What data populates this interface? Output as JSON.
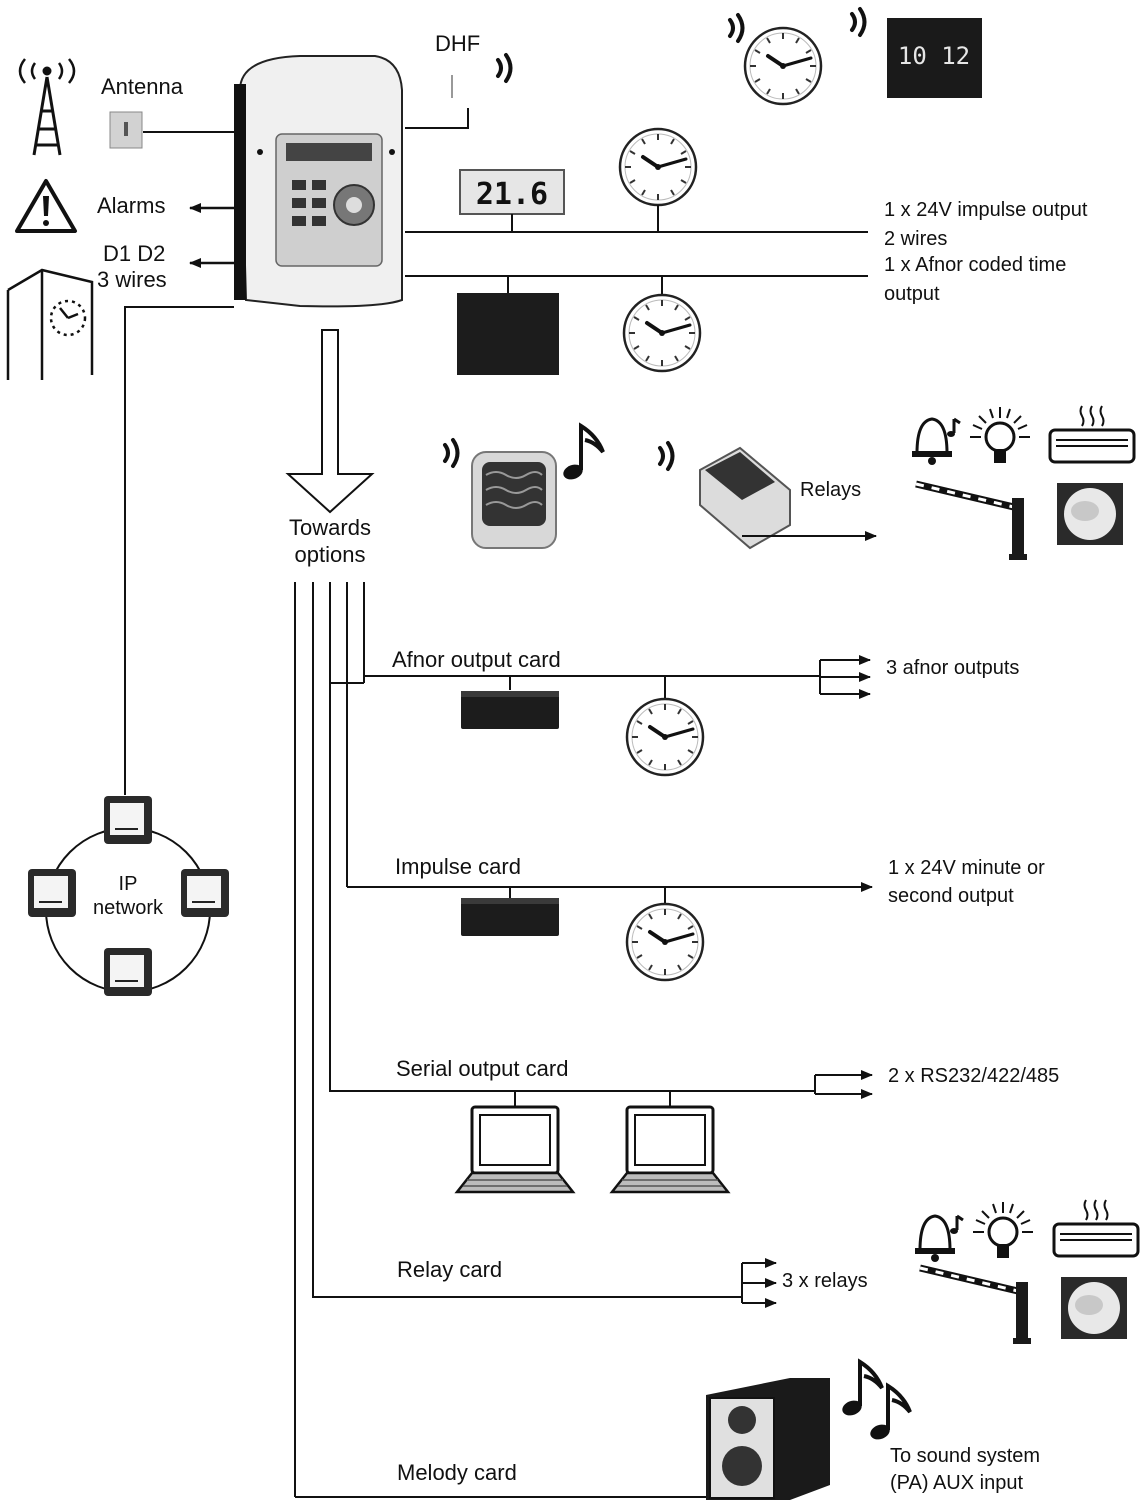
{
  "labels": {
    "dhf": "DHF",
    "antenna": "Antenna",
    "alarms": "Alarms",
    "d1d2_line1": "D1 D2",
    "d1d2_line2": "3 wires",
    "impulse_output_line1": "1 x 24V impulse output",
    "impulse_output_line2": "2 wires",
    "afnor_time_line1": "1 x Afnor coded time",
    "afnor_time_line2": "output",
    "display_value": "21.6",
    "digital_clock_value": "10 12",
    "relays": "Relays",
    "towards_line1": "Towards",
    "towards_line2": "options",
    "ip_line1": "IP",
    "ip_line2": "network",
    "afnor_card": "Afnor output card",
    "afnor_outputs": "3 afnor outputs",
    "impulse_card": "Impulse card",
    "impulse_out_line1": "1 x 24V minute or",
    "impulse_out_line2": "second output",
    "serial_card": "Serial output card",
    "serial_outputs": "2 x RS232/422/485",
    "relay_card": "Relay card",
    "relay_outputs": "3 x relays",
    "melody_card": "Melody card",
    "sound_line1": "To sound system",
    "sound_line2": "(PA) AUX input"
  },
  "icons": [
    "antenna-tower-icon",
    "antenna-box-icon",
    "warning-icon",
    "church-clock-icon",
    "master-clock-icon",
    "analog-clock-icon",
    "digital-clock-icon",
    "display-icon",
    "receiver-box-icon",
    "speaker-icon",
    "music-note-icon",
    "relay-module-icon",
    "bell-icon",
    "lamp-icon",
    "heater-icon",
    "barrier-icon",
    "globe-lamp-icon",
    "ip-node-icon",
    "card-icon",
    "laptop-icon",
    "hifi-speaker-icon",
    "wave-icon"
  ]
}
